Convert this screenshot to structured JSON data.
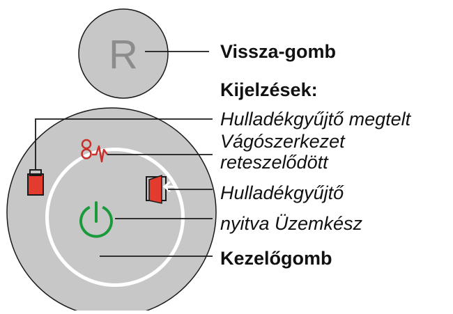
{
  "back_button": {
    "letter": "R"
  },
  "labels": {
    "back_button": "Vissza-gomb",
    "indications_heading": "Kijelzések:",
    "waste_bin_full": "Hulladékgyűjtő megtelt",
    "cutter_locked_line1": "Vágószerkezet",
    "cutter_locked_line2": "reteszelődött",
    "waste_bin_open_line1": "Hulladékgyűjtő",
    "waste_bin_open_line2": "nyitva Üzemkész",
    "control_button": "Kezelőgomb"
  },
  "colors": {
    "panel_fill": "#c7c7c7",
    "outline": "#1a1a1a",
    "indicator_red": "#e33b2e",
    "power_green": "#1a9a3a",
    "letter_gray": "#8c8c8c"
  },
  "icons": [
    "waste-bin-full-icon",
    "cutter-locked-icon",
    "waste-bin-open-icon",
    "power-icon"
  ]
}
